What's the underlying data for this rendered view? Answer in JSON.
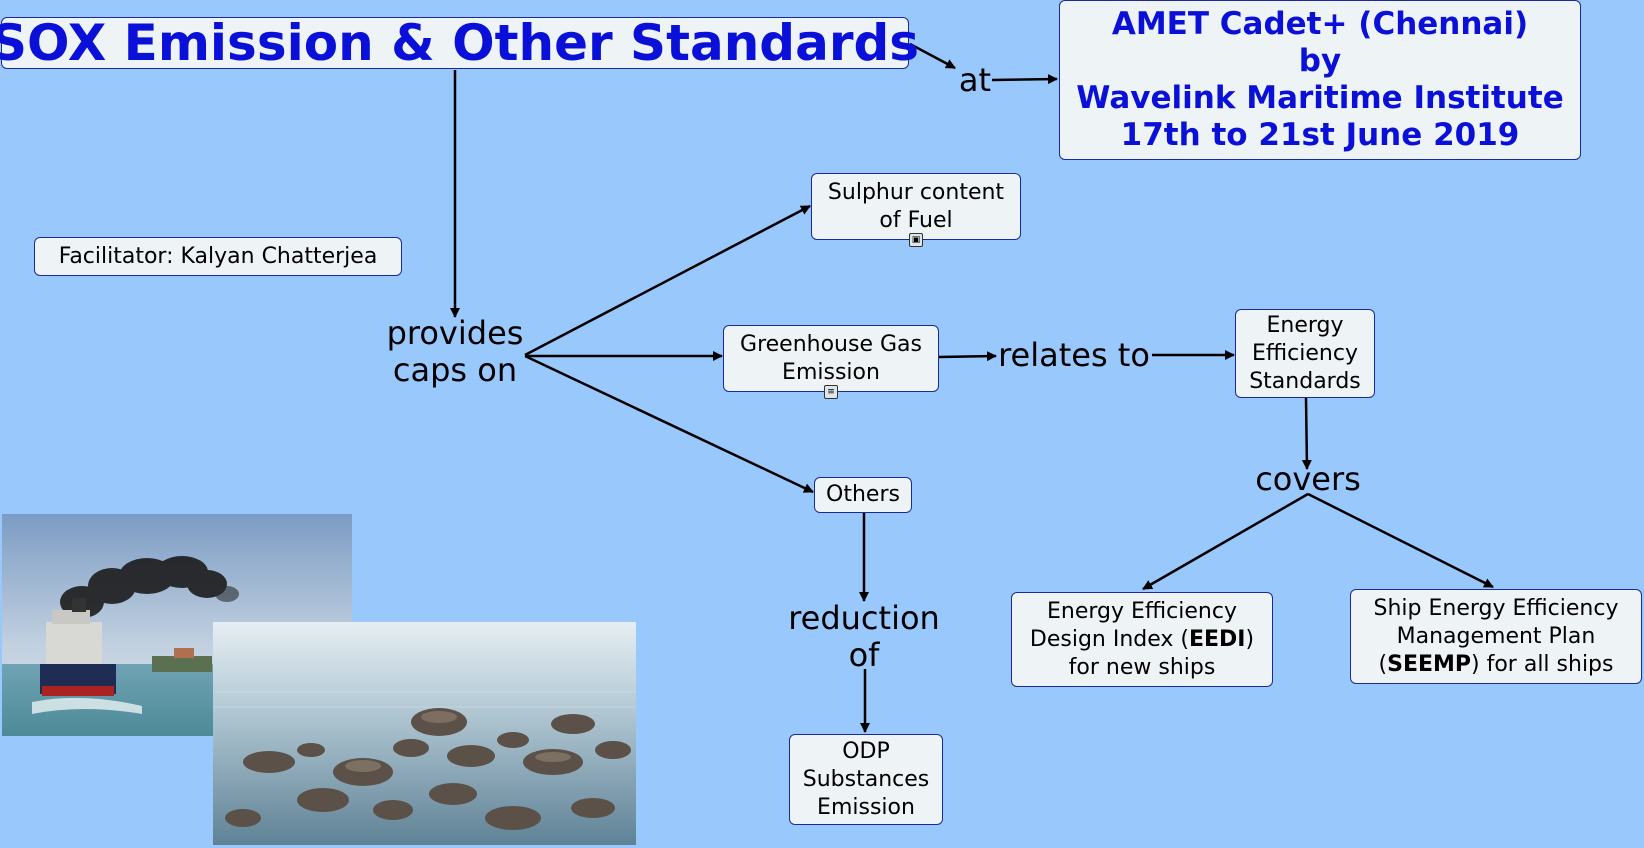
{
  "title": "SOX Emission & Other Standards",
  "institute": {
    "line1": "AMET Cadet+ (Chennai)",
    "line2": "by",
    "line3": "Wavelink Maritime Institute",
    "line4": "17th to 21st June 2019"
  },
  "facilitator": "Facilitator: Kalyan Chatterjea",
  "linking_phrases": {
    "at": "at",
    "provides_1": "provides",
    "provides_2": "caps on",
    "relates_to": "relates to",
    "covers": "covers",
    "reduction_1": "reduction",
    "reduction_2": "of"
  },
  "concepts": {
    "sulphur_1": "Sulphur content",
    "sulphur_2": "of Fuel",
    "ghg_1": "Greenhouse Gas",
    "ghg_2": "Emission",
    "others": "Others",
    "ees_1": "Energy",
    "ees_2": "Efficiency",
    "ees_3": "Standards",
    "odp_1": "ODP",
    "odp_2": "Substances",
    "odp_3": "Emission",
    "eedi_1": "Energy Efficiency",
    "eedi_2a": "Design Index (",
    "eedi_2b": "EEDI",
    "eedi_2c": ")",
    "eedi_3": "for new ships",
    "seemp_1": "Ship Energy Efficiency",
    "seemp_2": "Management Plan",
    "seemp_3a": "(",
    "seemp_3b": "SEEMP",
    "seemp_3c": ") for all ships"
  },
  "icons": [
    "image-resource-icon",
    "document-resource-icon"
  ],
  "colors": {
    "background": "#99c8fc",
    "title": "#0a10d8",
    "node_fill": "#eef3f6",
    "node_border": "#1a2a9a"
  }
}
